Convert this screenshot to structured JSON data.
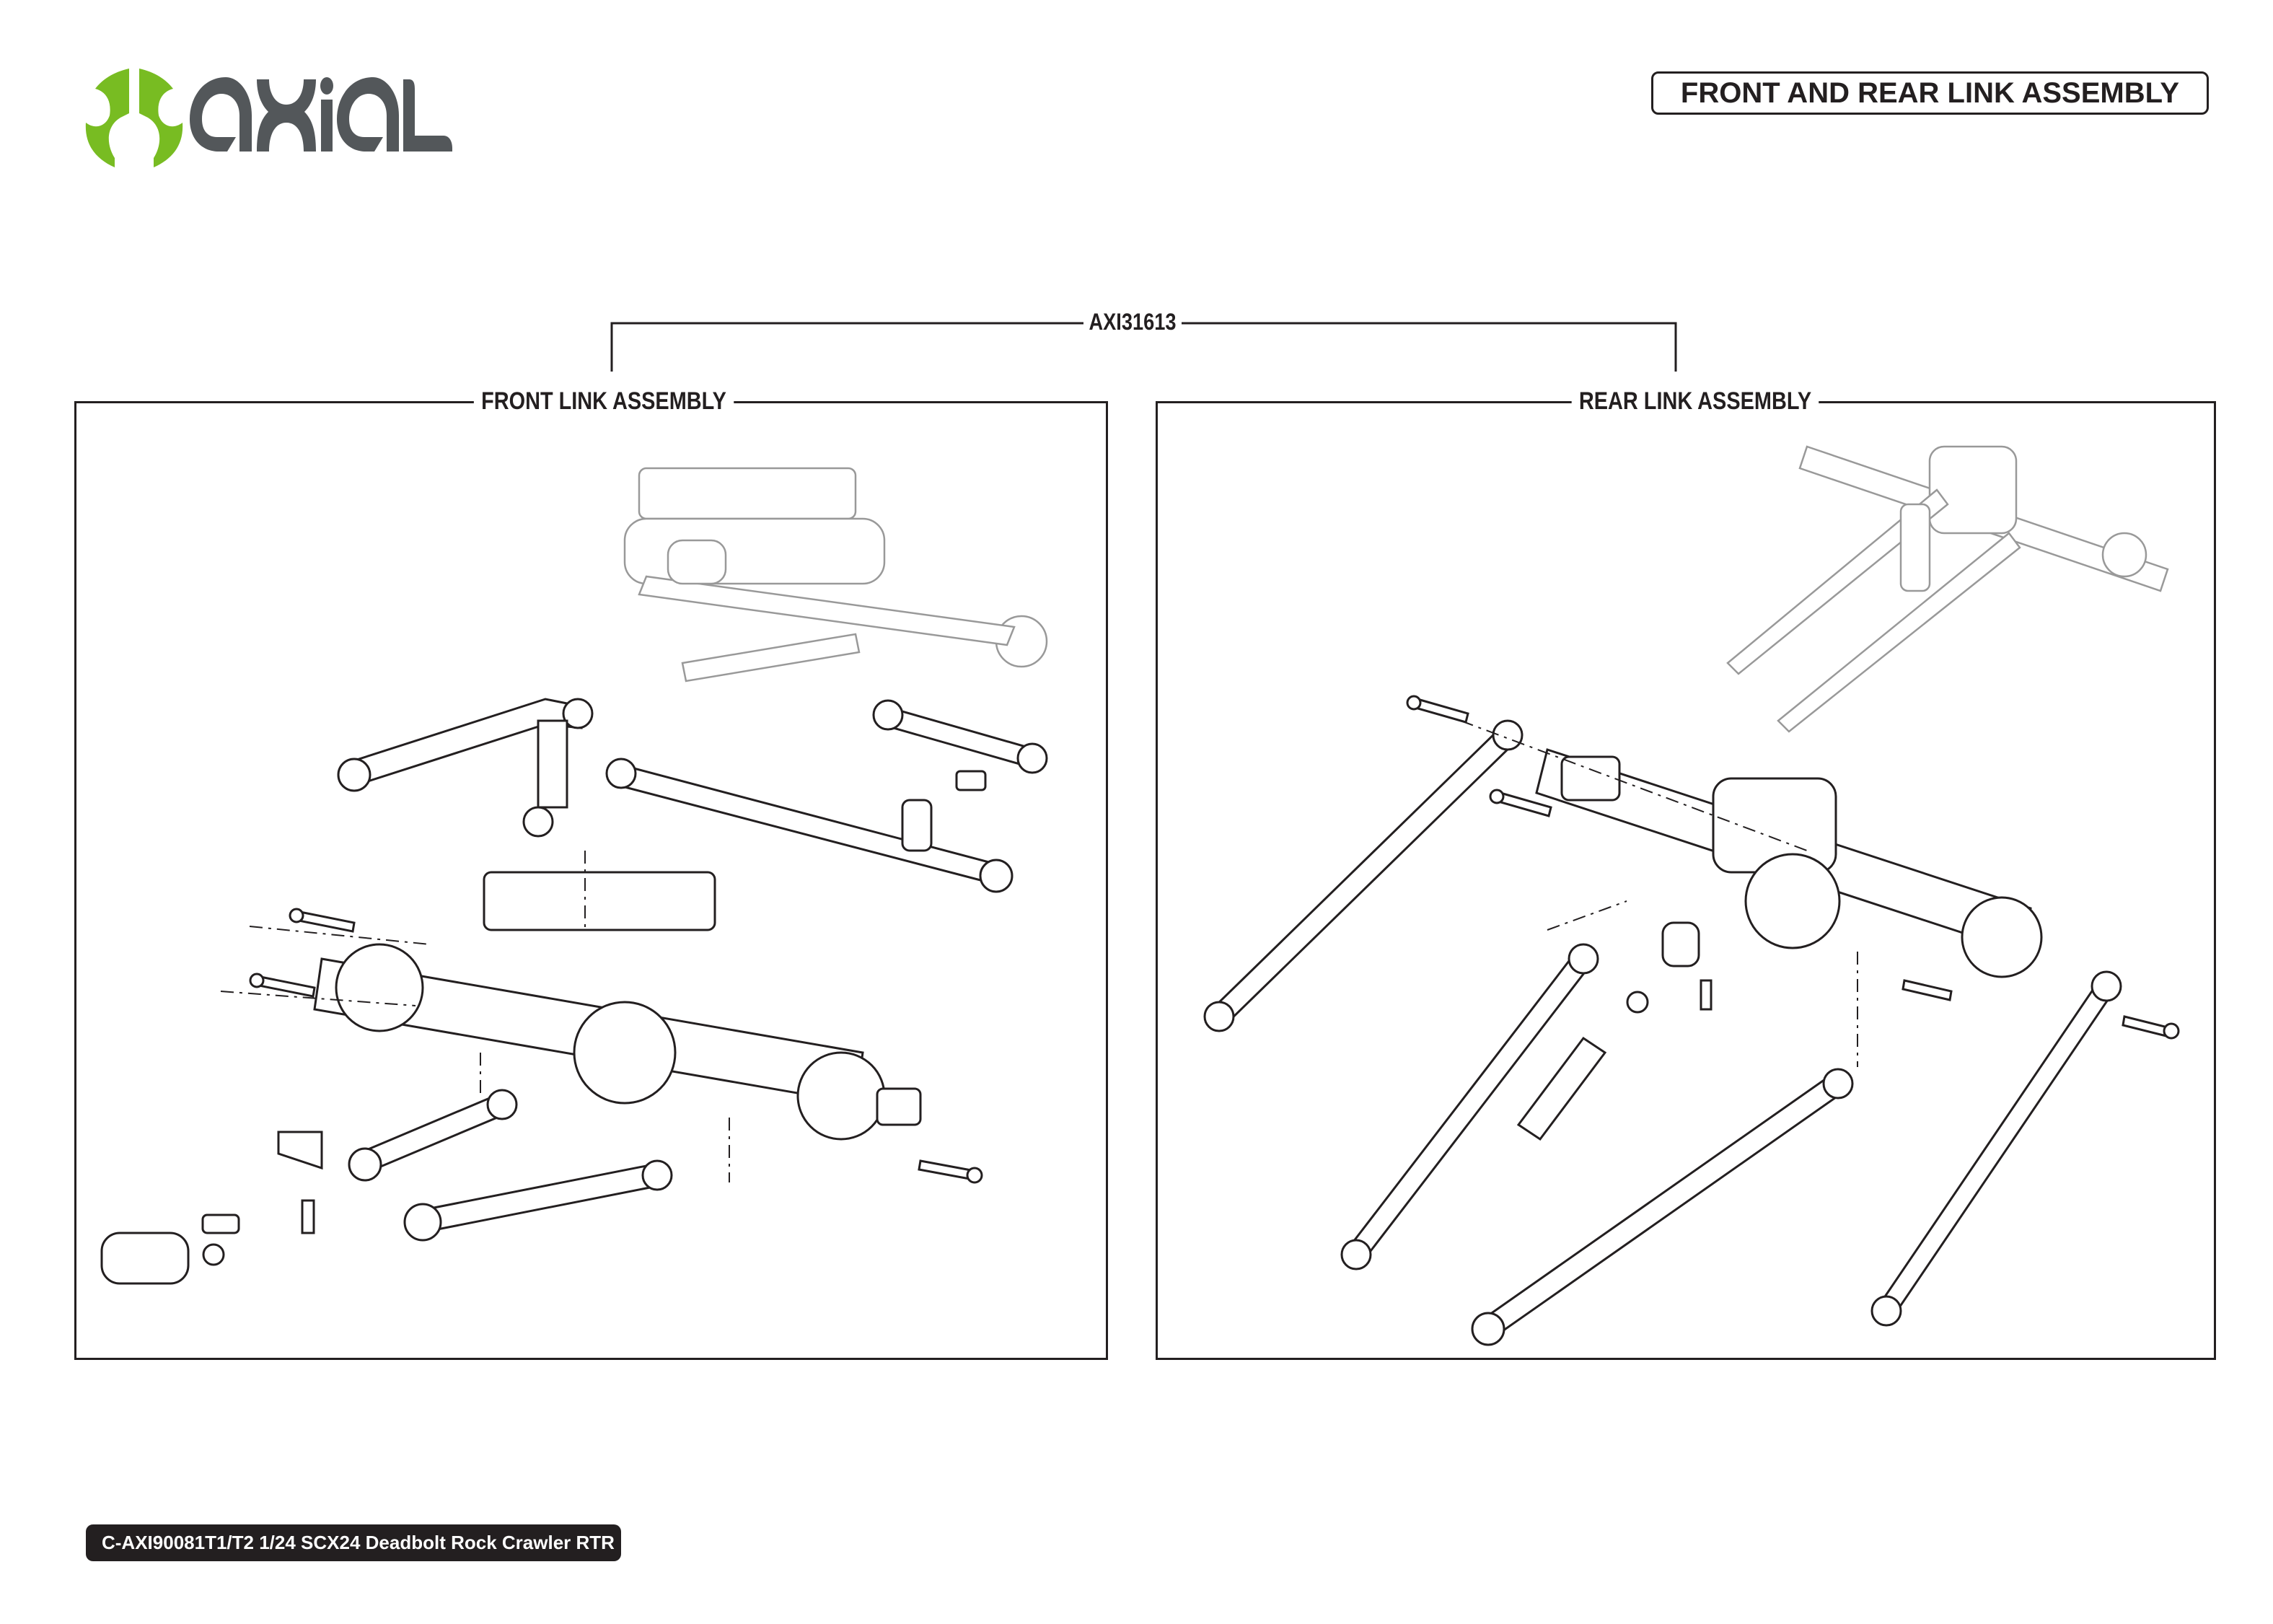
{
  "logo": {
    "brand": "axial",
    "green": "#78bc22",
    "gray": "#53575a"
  },
  "header": {
    "title": "FRONT AND REAR LINK ASSEMBLY"
  },
  "part_number": "AXI31613",
  "panels": {
    "front": {
      "label": "FRONT LINK ASSEMBLY"
    },
    "rear": {
      "label": "REAR LINK ASSEMBLY"
    }
  },
  "footer": {
    "text": "C-AXI90081T1/T2 1/24 SCX24 Deadbolt Rock Crawler RTR"
  }
}
